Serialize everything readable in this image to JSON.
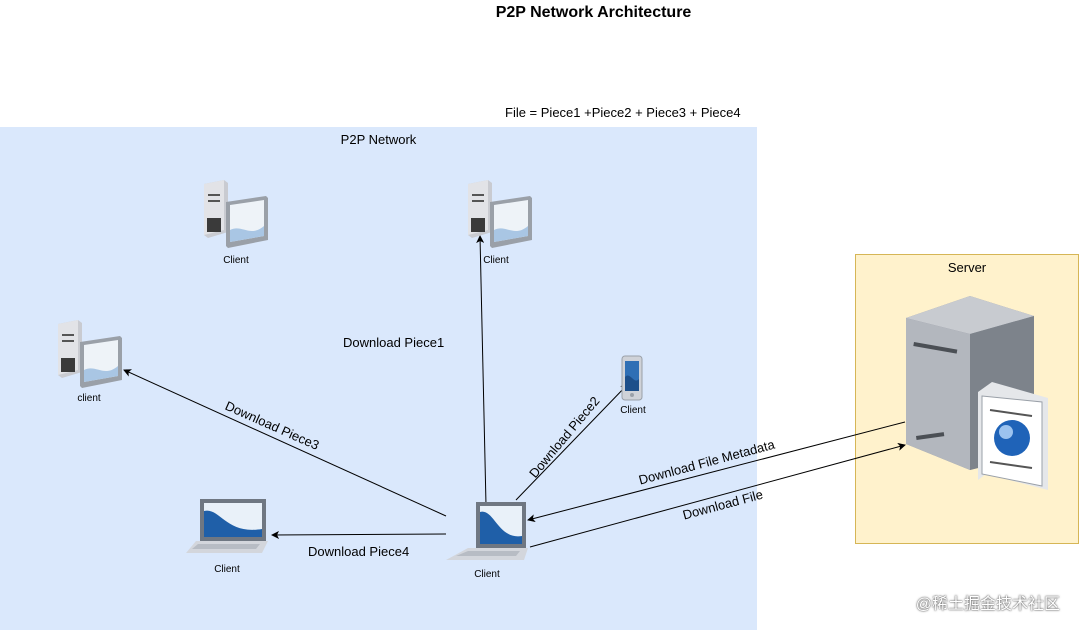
{
  "title": "P2P Network Architecture",
  "file_formula": "File = Piece1 +Piece2 + Piece3 + Piece4",
  "p2p_group_label": "P2P Network",
  "server_group_label": "Server",
  "nodes": {
    "client_top_left": "Client",
    "client_top_center": "Client",
    "client_left": "client",
    "client_mobile": "Client",
    "client_laptop_left": "Client",
    "client_laptop_center": "Client"
  },
  "edges": {
    "piece1": "Download Piece1",
    "piece2": "Download Piece2",
    "piece3": "Download Piece3",
    "piece4": "Download Piece4",
    "file_metadata": "Download File Metadata",
    "file": "Download File"
  },
  "watermark": "@稀土掘金技术社区",
  "colors": {
    "p2p_fill": "#dae8fc",
    "server_fill": "#fff2cc",
    "server_stroke": "#d6b656"
  }
}
